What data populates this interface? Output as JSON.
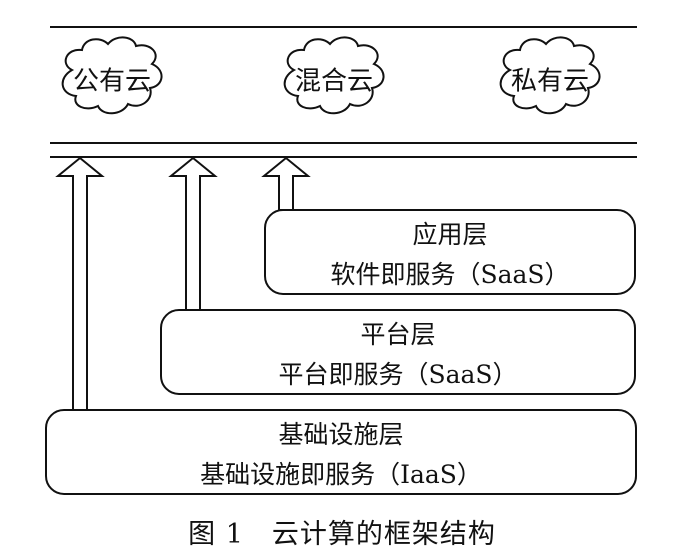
{
  "clouds": [
    {
      "label": "公有云"
    },
    {
      "label": "混合云"
    },
    {
      "label": "私有云"
    }
  ],
  "layers": [
    {
      "title": "应用层",
      "subtitle": "软件即服务（SaaS）"
    },
    {
      "title": "平台层",
      "subtitle": "平台即服务（SaaS）"
    },
    {
      "title": "基础设施层",
      "subtitle": "基础设施即服务（IaaS）"
    }
  ],
  "caption": "图 1　云计算的框架结构"
}
